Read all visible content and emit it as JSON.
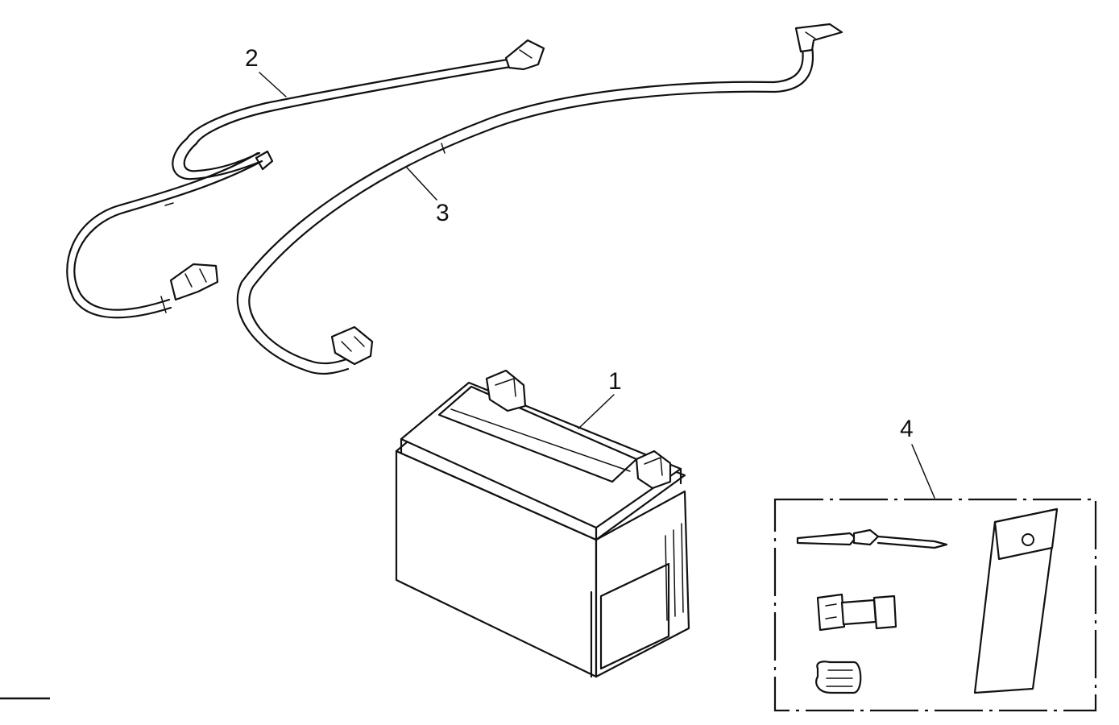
{
  "parts": [
    {
      "callout": "1",
      "item": "battery"
    },
    {
      "callout": "2",
      "item": "cable"
    },
    {
      "callout": "3",
      "item": "cable"
    },
    {
      "callout": "4",
      "item": "tool-kit"
    }
  ],
  "colors": {
    "line": "#111111",
    "background": "#ffffff"
  }
}
